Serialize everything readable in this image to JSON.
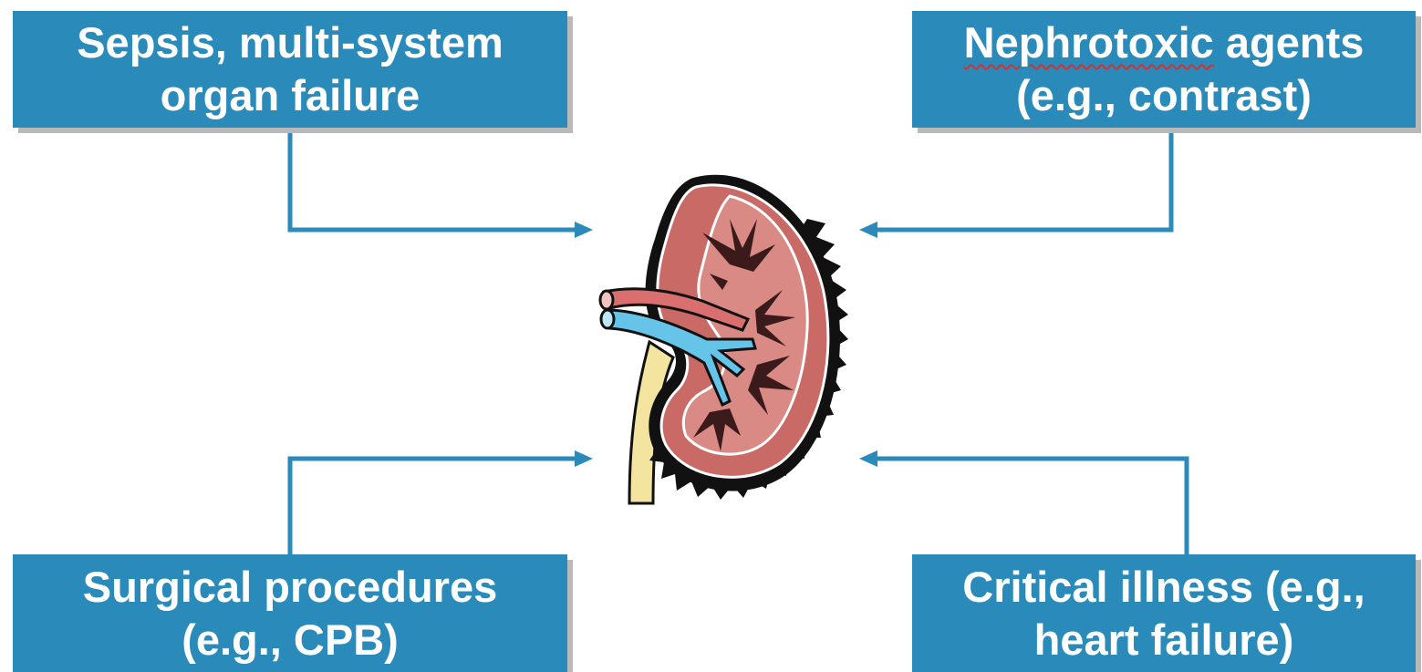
{
  "boxes": {
    "top_left": {
      "line1": "Sepsis, multi-system",
      "line2": "organ failure"
    },
    "top_right": {
      "line1_word": "Nephrotoxic",
      "line1_rest": " agents",
      "line2": "(e.g., contrast)"
    },
    "bottom_left": {
      "line1": "Surgical procedures",
      "line2": "(e.g., CPB)"
    },
    "bottom_right": {
      "line1": "Critical illness (e.g.,",
      "line2": "heart failure)"
    }
  },
  "center_image": "kidney-illustration",
  "colors": {
    "box_fill": "#2a8bba",
    "box_text": "#ffffff",
    "connector": "#2a8bba",
    "kidney_cortex": "#c96a66",
    "kidney_outline": "#111111",
    "artery": "#d9706f",
    "vein": "#66c4e8",
    "ureter": "#f3e5a0"
  }
}
